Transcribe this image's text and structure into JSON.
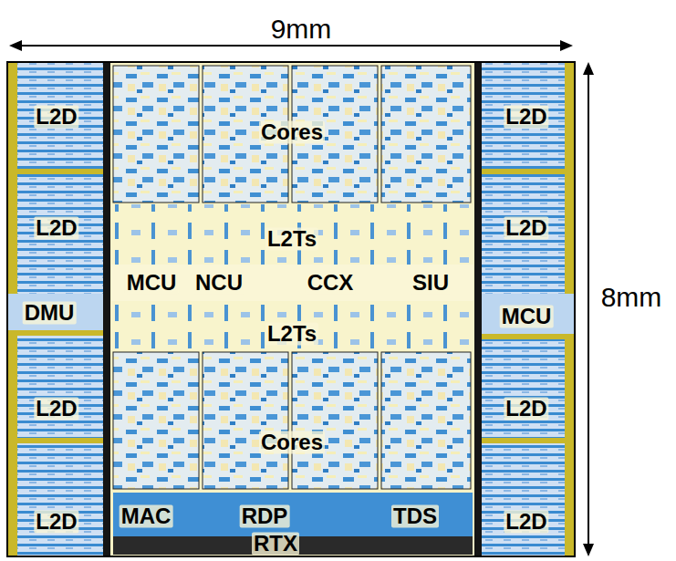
{
  "diagram": {
    "labels": [
      "9mm",
      "L2D",
      "Cores",
      "L2D",
      "L2D",
      "L2Ts",
      "L2D",
      "MCU",
      "NCU",
      "CCX",
      "SIU",
      "DMU",
      "MCU",
      "8mm",
      "L2Ts",
      "L2D",
      "Cores",
      "L2D",
      "L2D",
      "MAC",
      "RDP",
      "TDS",
      "L2D",
      "RTX"
    ]
  }
}
